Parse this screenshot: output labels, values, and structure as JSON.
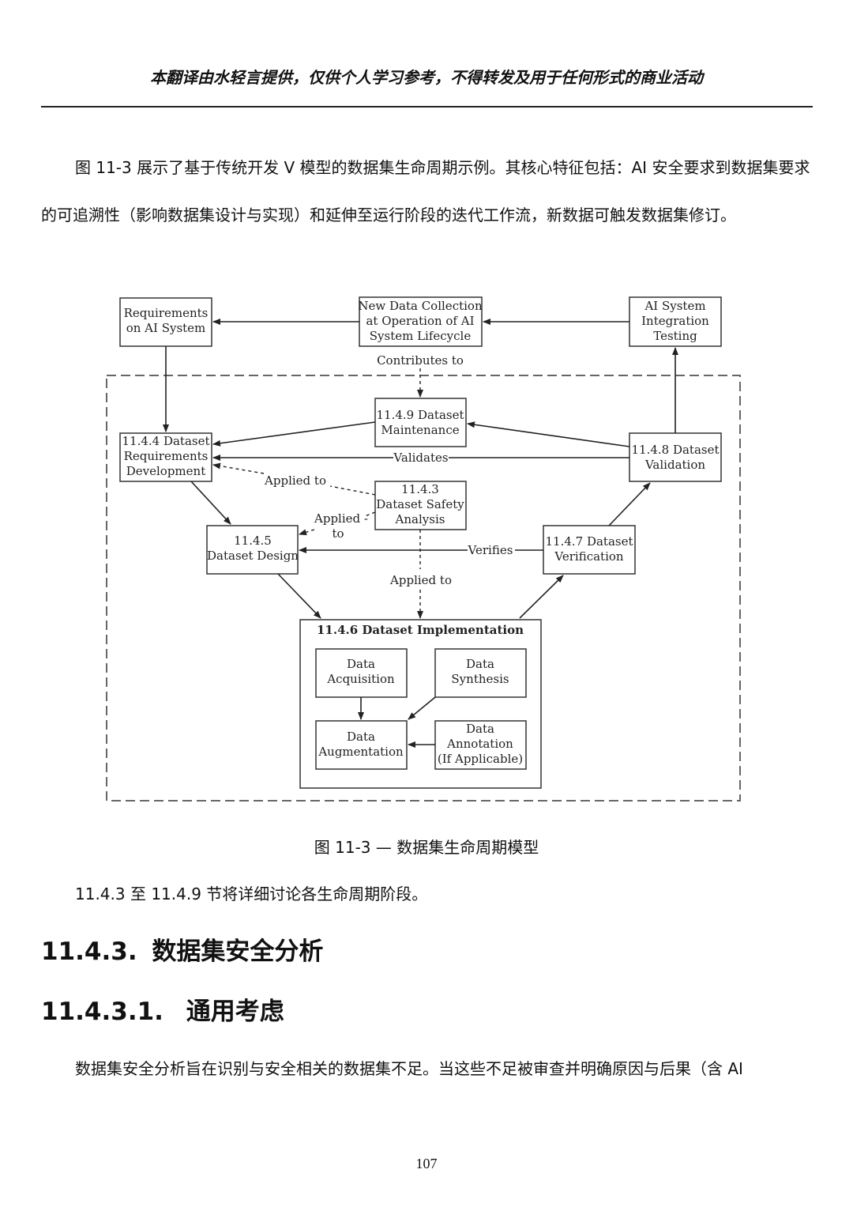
{
  "header": {
    "notice": "本翻译由水轻言提供，仅供个人学习参考，不得转发及用于任何形式的商业活动"
  },
  "intro": {
    "text": "图 11-3 展示了基于传统开发 V 模型的数据集生命周期示例。其核心特征包括：AI 安全要求到数据集要求的可追溯性（影响数据集设计与实现）和延伸至运行阶段的迭代工作流，新数据可触发数据集修订。"
  },
  "diagram": {
    "req_ai": [
      "Requirements",
      "on AI System"
    ],
    "new_data": [
      "New Data Collection",
      "at Operation of AI",
      "System Lifecycle"
    ],
    "ai_integration": [
      "AI System",
      "Integration",
      "Testing"
    ],
    "contributes": "Contributes to",
    "maintenance": [
      "11.4.9 Dataset",
      "Maintenance"
    ],
    "req_dev": [
      "11.4.4 Dataset",
      "Requirements",
      "Development"
    ],
    "validates": "Validates",
    "validation": [
      "11.4.8 Dataset",
      "Validation"
    ],
    "applied_to_1": "Applied to",
    "safety": [
      "11.4.3",
      "Dataset Safety",
      "Analysis"
    ],
    "applied_to_2": [
      "Applied -",
      "to"
    ],
    "design": [
      "11.4.5",
      "Dataset Design"
    ],
    "verifies": "Verifies",
    "verification": [
      "11.4.7 Dataset",
      "Verification"
    ],
    "applied_to_3": "Applied to",
    "implementation_title": "11.4.6 Dataset Implementation",
    "acquisition": [
      "Data",
      "Acquisition"
    ],
    "synthesis": [
      "Data",
      "Synthesis"
    ],
    "augmentation": [
      "Data",
      "Augmentation"
    ],
    "annotation": [
      "Data",
      "Annotation",
      "(If Applicable)"
    ]
  },
  "caption": "图 11-3 — 数据集生命周期模型",
  "note": "11.4.3 至 11.4.9 节将详细讨论各生命周期阶段。",
  "section": {
    "number": "11.4.3.",
    "title": "数据集安全分析"
  },
  "subsection": {
    "number": "11.4.3.1.",
    "title": "通用考虑"
  },
  "body": {
    "text": "数据集安全分析旨在识别与安全相关的数据集不足。当这些不足被审查并明确原因与后果（含 AI"
  },
  "page_number": "107"
}
